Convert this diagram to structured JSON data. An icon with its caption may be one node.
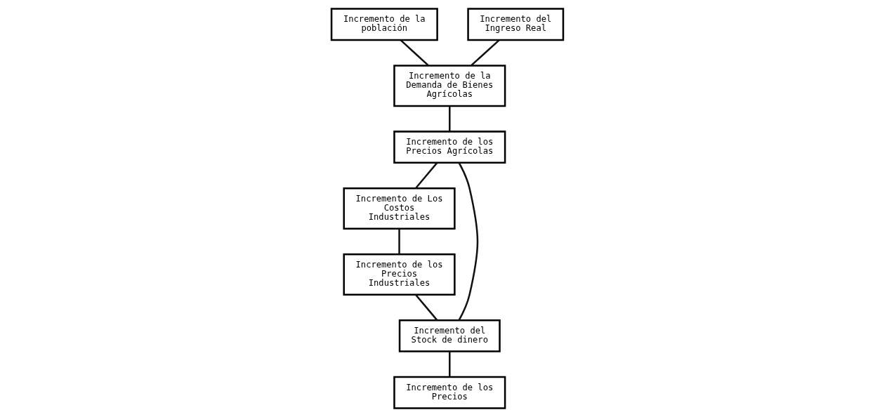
{
  "diagram": {
    "nodes": [
      {
        "text": [
          "Incremento de la población"
        ]
      },
      {
        "text": [
          "Incremento de los Precios Agrícolas"
        ]
      },
      {
        "text": [
          "Incremento de Los Costos Industriales"
        ]
      },
      {
        "text": [
          "Incremento de la Demanda de Bienes Agrícolas"
        ]
      },
      {
        "text": [
          "Incremento de los Precios Industriales"
        ]
      },
      {
        "text": [
          "Incremento del Stock de dinero"
        ]
      },
      {
        "text": [
          "Incremento del Ingreso Real"
        ]
      },
      {
        "text": [
          "Incremento de los Precios"
        ]
      }
    ],
    "edges": [
      {
        "from": 0,
        "to": 3,
        "arrow": "none"
      },
      {
        "from": 3,
        "to": 1,
        "arrow": "none"
      },
      {
        "from": 1,
        "to": 2,
        "arrow": "none"
      },
      {
        "from": 1,
        "to": 5,
        "arrow": "none"
      },
      {
        "from": 2,
        "to": 4,
        "arrow": "none"
      },
      {
        "from": 4,
        "to": 5,
        "arrow": "none"
      },
      {
        "from": 6,
        "to": 3,
        "arrow": "none"
      },
      {
        "from": 5,
        "to": 7,
        "arrow": "none"
      }
    ]
  }
}
